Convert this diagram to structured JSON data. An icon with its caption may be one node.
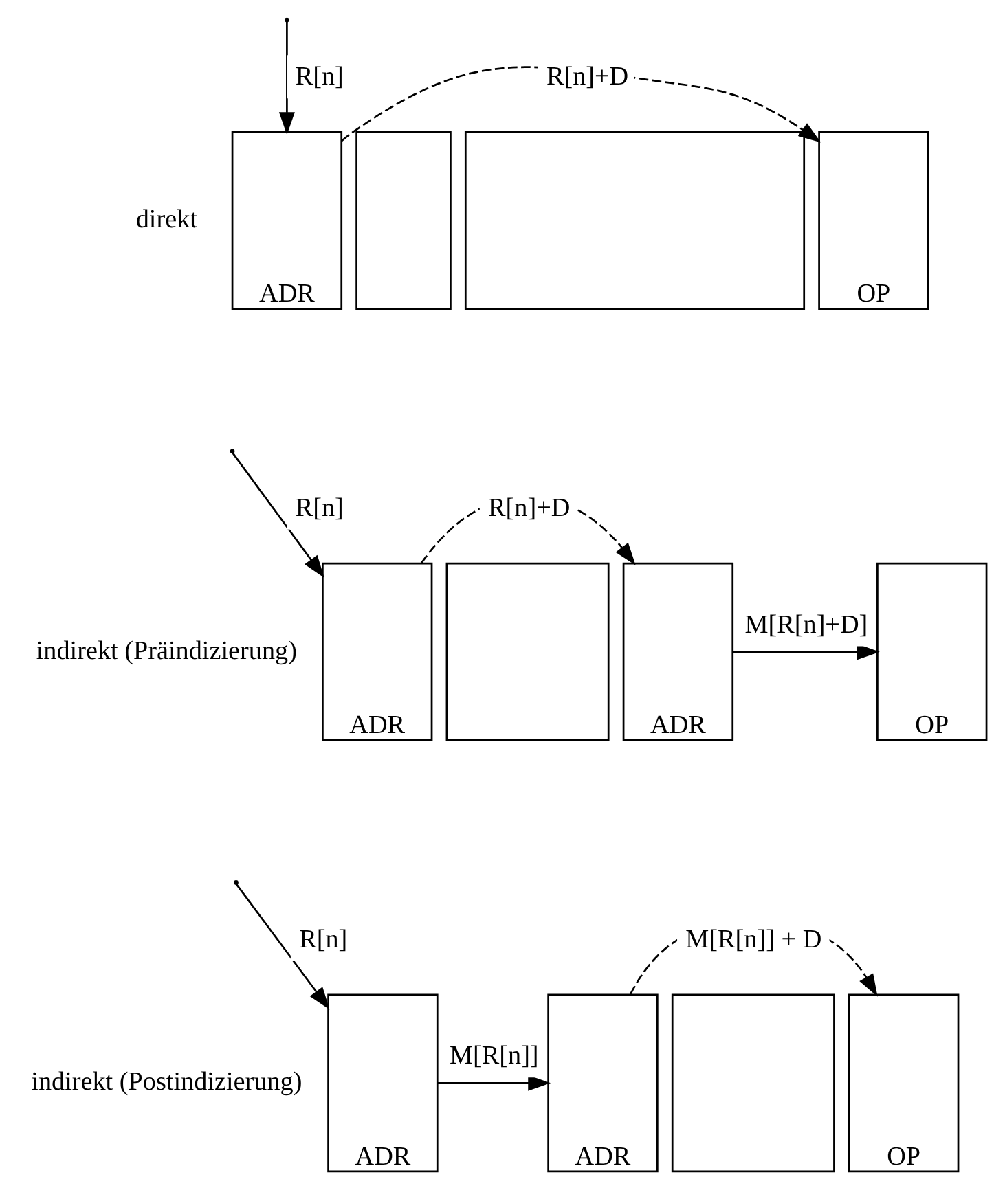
{
  "diagram": {
    "nodes": [
      {
        "text": [
          "ADR"
        ]
      },
      {
        "text": [],
        "shape": "box"
      },
      {
        "text": [],
        "shape": "box"
      },
      {
        "text": [
          "OP"
        ]
      },
      {
        "text": [
          "ADR"
        ]
      },
      {
        "text": [],
        "shape": "box"
      },
      {
        "text": [
          "ADR"
        ]
      },
      {
        "text": [
          "OP"
        ]
      },
      {
        "text": [
          "ADR"
        ]
      },
      {
        "text": [
          "ADR"
        ]
      },
      {
        "text": [],
        "shape": "box"
      },
      {
        "text": [
          "OP"
        ]
      }
    ],
    "edges": [
      {
        "from": null,
        "to": 0,
        "arrow": "to",
        "label": "R[n]"
      },
      {
        "from": 0,
        "to": 3,
        "arrow": "to",
        "label": "R[n]+D",
        "style": "dashed"
      },
      {
        "from": null,
        "to": 4,
        "arrow": "to",
        "label": "R[n]"
      },
      {
        "from": 4,
        "to": 6,
        "arrow": "to",
        "label": "R[n]+D",
        "style": "dashed"
      },
      {
        "from": 6,
        "to": 7,
        "arrow": "to",
        "label": "M[R[n]+D]"
      },
      {
        "from": null,
        "to": 8,
        "arrow": "to",
        "label": "R[n]"
      },
      {
        "from": 8,
        "to": 9,
        "arrow": "to",
        "label": "M[R[n]]"
      },
      {
        "from": 9,
        "to": 11,
        "arrow": "to",
        "label": "M[R[n]] + D",
        "style": "dashed"
      }
    ],
    "labels": [
      "direkt",
      "indirekt (Präindizierung)",
      "indirekt (Postindizierung)"
    ]
  }
}
